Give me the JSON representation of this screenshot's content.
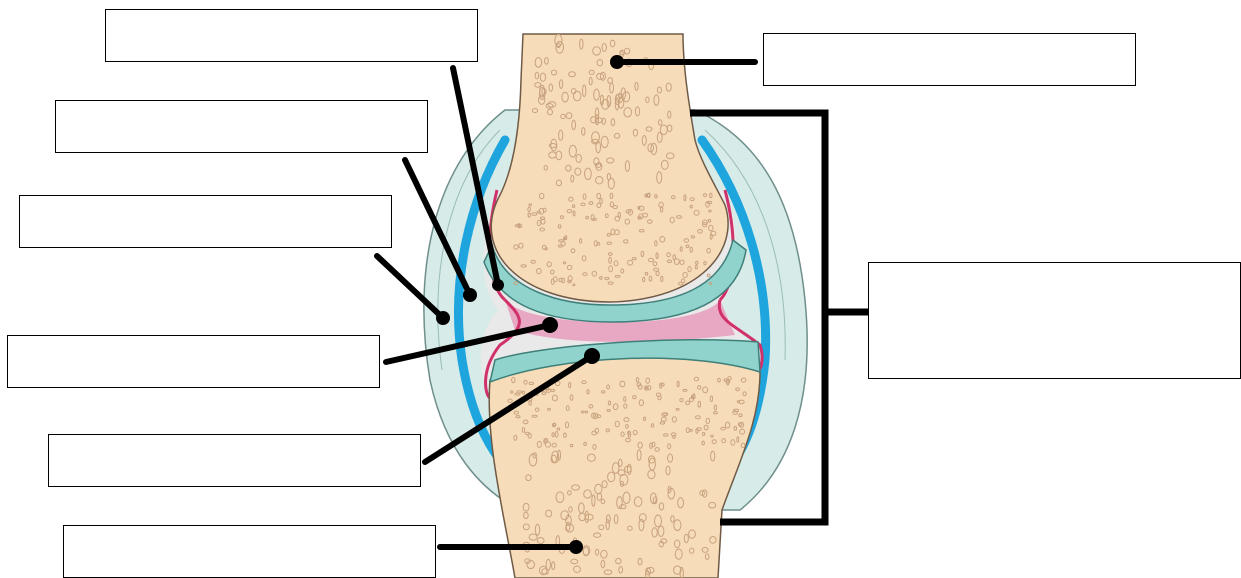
{
  "diagram": {
    "labels": [
      {
        "id": "box-1",
        "text": ""
      },
      {
        "id": "box-2",
        "text": ""
      },
      {
        "id": "box-3",
        "text": ""
      },
      {
        "id": "box-4",
        "text": ""
      },
      {
        "id": "box-5",
        "text": ""
      },
      {
        "id": "box-6",
        "text": ""
      },
      {
        "id": "box-7",
        "text": ""
      },
      {
        "id": "box-8",
        "text": ""
      }
    ],
    "colors": {
      "bone": "#f6dcb8",
      "bone_pores": "#c9a27f",
      "articular_cartilage": "#8fd3cc",
      "synovial_cavity": "#e8a8c4",
      "synovial_membrane": "#d0316a",
      "fibrous_capsule": "#d7ebe8",
      "ligament_blue": "#1fa5dd",
      "leader_line": "#000000"
    }
  }
}
